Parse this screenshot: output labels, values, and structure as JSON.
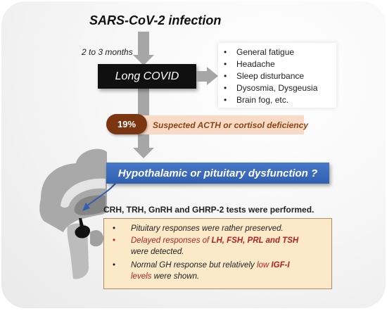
{
  "title": "SARS-CoV-2 infection",
  "duration": "2 to 3 months",
  "long_covid": "Long COVID",
  "symptoms": [
    "General fatigue",
    "Headache",
    "Sleep disturbance",
    "Dysosmia, Dysgeusia",
    "Brain fog, etc."
  ],
  "suspected": {
    "percent": "19%",
    "text": "Suspected ACTH or cortisol deficiency"
  },
  "dysfunction": "Hypothalamic or pituitary dysfunction ?",
  "tests": "CRH, TRH, GnRH and GHRP-2 tests were performed.",
  "results": {
    "r1": "Pituitary responses were rather preserved.",
    "r2a": "Delayed responses of ",
    "r2b": "LH, FSH, PRL and TSH",
    "r2c": "were detected.",
    "r3a": "Normal GH response but relatively ",
    "r3b": "low",
    "r3c": " IGF-I",
    "r3d": "levels",
    "r3e": " were shown."
  },
  "colors": {
    "pill": "#7b3510",
    "suspected_bg": "#f9dac6",
    "suspected_text": "#8b4513",
    "blue_bar": "#2f5fb1",
    "results_bg": "#fbe9c8",
    "highlight_red": "#b22222",
    "arrow_gray": "#a6a6a6"
  }
}
